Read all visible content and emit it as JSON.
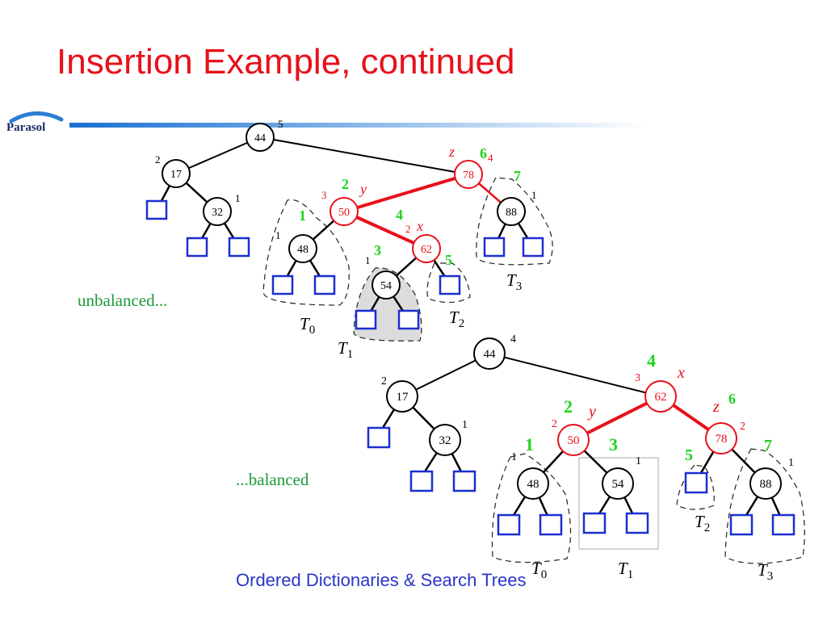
{
  "slide": {
    "title": "Insertion Example, continued",
    "footer": "Ordered Dictionaries & Search Trees",
    "logo_text": "Parasol"
  },
  "colors": {
    "title": "#e8101a",
    "footer": "#2b35c8",
    "highlight": "#e8101a",
    "step_numbers": "#1fd21f",
    "external_node": "#1a2fd0",
    "caption": "#1e9a3a"
  },
  "unbalanced": {
    "caption": "unbalanced...",
    "nodes": [
      {
        "key": "44",
        "height": "5"
      },
      {
        "key": "17",
        "height": "2"
      },
      {
        "key": "78",
        "height": "4",
        "label": "z",
        "step": "6"
      },
      {
        "key": "32",
        "height": "1"
      },
      {
        "key": "50",
        "height": "3",
        "label": "y",
        "step": "2"
      },
      {
        "key": "88",
        "height": "1",
        "step": "7"
      },
      {
        "key": "48",
        "height": "1",
        "step": "1"
      },
      {
        "key": "62",
        "height": "2",
        "label": "x",
        "step": "4"
      },
      {
        "key": "54",
        "height": "1",
        "step": "3"
      }
    ],
    "step_five": "5",
    "subtrees": [
      {
        "name": "T",
        "sub": "0"
      },
      {
        "name": "T",
        "sub": "1"
      },
      {
        "name": "T",
        "sub": "2"
      },
      {
        "name": "T",
        "sub": "3"
      }
    ]
  },
  "balanced": {
    "caption": "...balanced",
    "nodes": [
      {
        "key": "44",
        "height": "4"
      },
      {
        "key": "17",
        "height": "2"
      },
      {
        "key": "62",
        "height": "3",
        "label": "x",
        "step": "4"
      },
      {
        "key": "32",
        "height": "1"
      },
      {
        "key": "50",
        "height": "2",
        "label": "y",
        "step": "2"
      },
      {
        "key": "78",
        "height": "2",
        "label": "z",
        "step": "6"
      },
      {
        "key": "48",
        "height": "1",
        "step": "1"
      },
      {
        "key": "54",
        "height": "1",
        "step": "3"
      },
      {
        "key": "88",
        "height": "1",
        "step": "7"
      }
    ],
    "step_five": "5",
    "subtrees": [
      {
        "name": "T",
        "sub": "0"
      },
      {
        "name": "T",
        "sub": "1"
      },
      {
        "name": "T",
        "sub": "2"
      },
      {
        "name": "T",
        "sub": "3"
      }
    ]
  }
}
